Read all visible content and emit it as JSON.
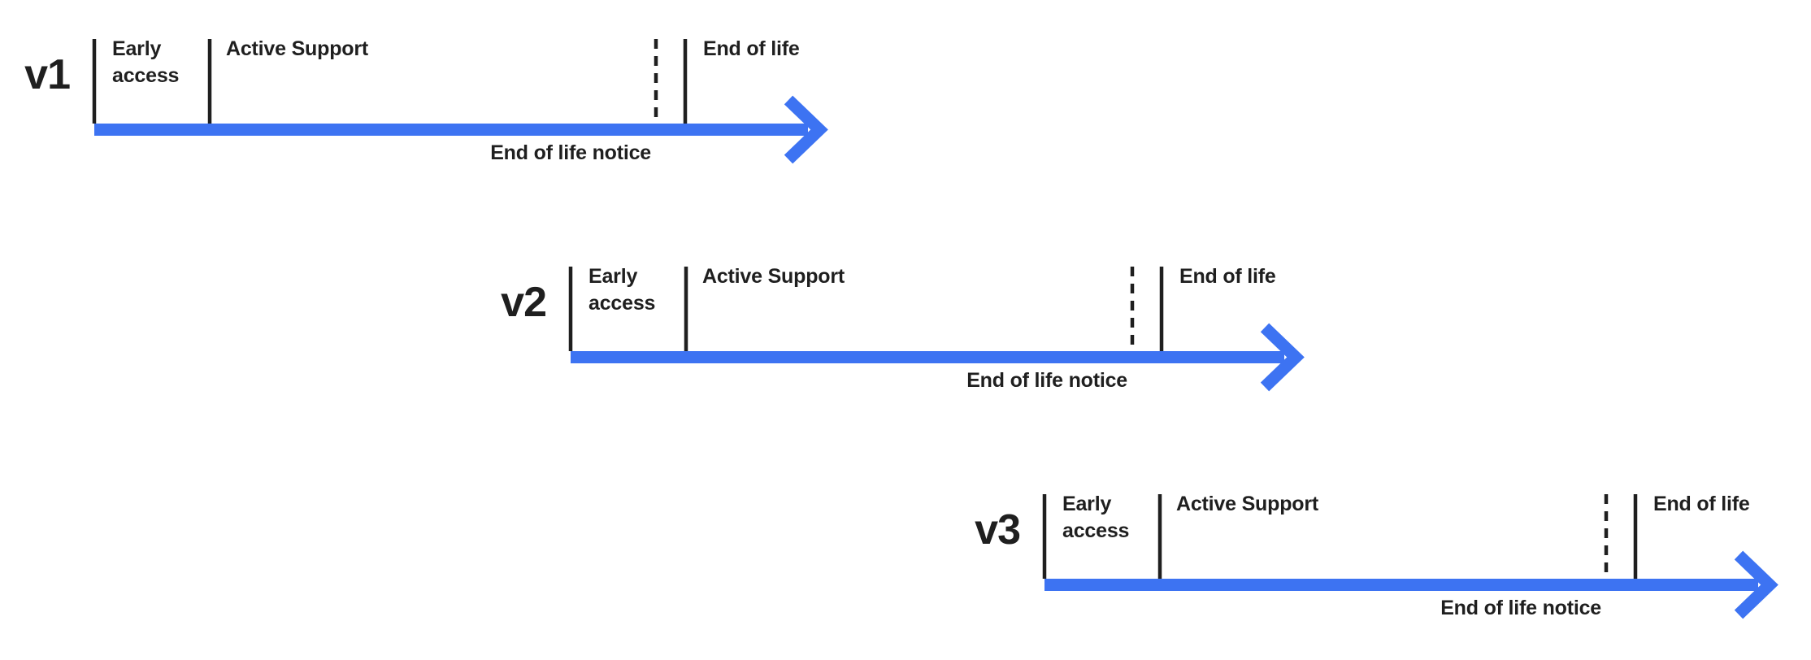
{
  "colors": {
    "background": "#FFFFFF",
    "ink": "#1F1F1F",
    "timeline_blue": "#3D73F2"
  },
  "timelines": [
    {
      "version": "v1",
      "phases": {
        "early_access": "Early access",
        "active_support": "Active Support",
        "end_of_life": "End of life"
      },
      "arrow_label": "End of life notice"
    },
    {
      "version": "v2",
      "phases": {
        "early_access": "Early access",
        "active_support": "Active Support",
        "end_of_life": "End of life"
      },
      "arrow_label": "End of life notice"
    },
    {
      "version": "v3",
      "phases": {
        "early_access": "Early access",
        "active_support": "Active Support",
        "end_of_life": "End of life"
      },
      "arrow_label": "End of life notice"
    }
  ]
}
